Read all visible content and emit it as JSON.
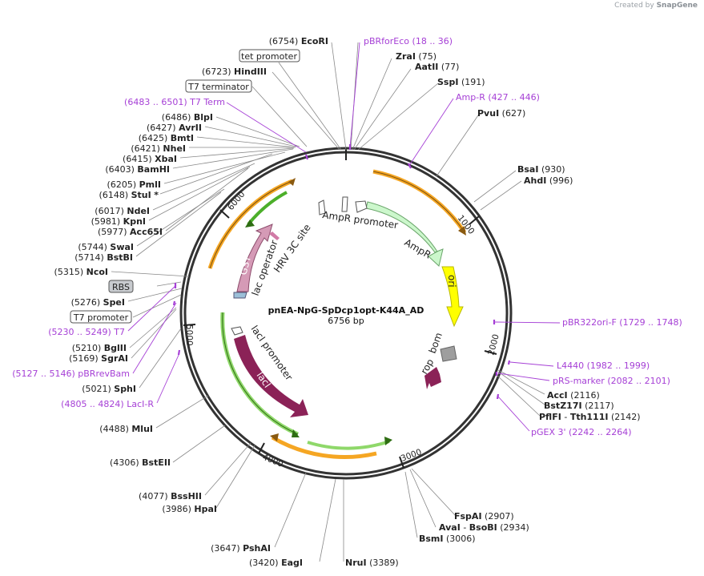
{
  "watermark": {
    "prefix": "Created by",
    "brand": "SnapGene"
  },
  "plasmid": {
    "name": "pnEA-NpG-SpDcp1opt-K44A_AD",
    "length": "6756 bp"
  },
  "ticks": [
    "1000",
    "2000",
    "3000",
    "4000",
    "5000",
    "6000"
  ],
  "features": {
    "ampr_promoter": "AmpR promoter",
    "ampr": "AmpR",
    "ori": "ori",
    "bom": "bom",
    "rop": "rop",
    "laci": "lacI",
    "laci_promoter": "lacI promoter",
    "lac_operator": "lac operator",
    "gst": "GST",
    "hrv": "HRV 3C site"
  },
  "boxes": {
    "tet_promoter": "tet promoter",
    "t7_terminator": "T7 terminator",
    "rbs": "RBS",
    "t7_promoter": "T7 promoter"
  },
  "sites": {
    "ecori": {
      "pos": "(6754)",
      "name": "EcoRI"
    },
    "hindiii": {
      "pos": "(6723)",
      "name": "HindIII"
    },
    "blpi": {
      "pos": "(6486)",
      "name": "BlpI"
    },
    "avrii": {
      "pos": "(6427)",
      "name": "AvrII"
    },
    "bmti": {
      "pos": "(6425)",
      "name": "BmtI"
    },
    "nhei": {
      "pos": "(6421)",
      "name": "NheI"
    },
    "xbai": {
      "pos": "(6415)",
      "name": "XbaI"
    },
    "bamhi": {
      "pos": "(6403)",
      "name": "BamHI"
    },
    "pmli": {
      "pos": "(6205)",
      "name": "PmlI"
    },
    "stui": {
      "pos": "(6148)",
      "name": "StuI",
      "star": "*"
    },
    "ndei": {
      "pos": "(6017)",
      "name": "NdeI"
    },
    "kpni": {
      "pos": "(5981)",
      "name": "KpnI"
    },
    "acc65i": {
      "pos": "(5977)",
      "name": "Acc65I"
    },
    "swai": {
      "pos": "(5744)",
      "name": "SwaI"
    },
    "bstbi": {
      "pos": "(5714)",
      "name": "BstBI"
    },
    "ncoi": {
      "pos": "(5315)",
      "name": "NcoI"
    },
    "spei": {
      "pos": "(5276)",
      "name": "SpeI"
    },
    "bglii": {
      "pos": "(5210)",
      "name": "BglII"
    },
    "sgrai": {
      "pos": "(5169)",
      "name": "SgrAI"
    },
    "sphi": {
      "pos": "(5021)",
      "name": "SphI"
    },
    "mlui": {
      "pos": "(4488)",
      "name": "MluI"
    },
    "bsteii": {
      "pos": "(4306)",
      "name": "BstEII"
    },
    "bsshii": {
      "pos": "(4077)",
      "name": "BssHII"
    },
    "hpai": {
      "pos": "(3986)",
      "name": "HpaI"
    },
    "pshai": {
      "pos": "(3647)",
      "name": "PshAI"
    },
    "eagi": {
      "pos": "(3420)",
      "name": "EagI"
    },
    "nrui": {
      "name": "NruI",
      "pos": "(3389)"
    },
    "zrai": {
      "name": "ZraI",
      "pos": "(75)"
    },
    "aatii": {
      "name": "AatII",
      "pos": "(77)"
    },
    "sspi": {
      "name": "SspI",
      "pos": "(191)"
    },
    "pvui": {
      "name": "PvuI",
      "pos": "(627)"
    },
    "bsai": {
      "name": "BsaI",
      "pos": "(930)"
    },
    "ahdi": {
      "name": "AhdI",
      "pos": "(996)"
    },
    "acci": {
      "name": "AccI",
      "pos": "(2116)"
    },
    "bstz17i": {
      "name": "BstZ17I",
      "pos": "(2117)"
    },
    "pflfi": {
      "name": "PflFI",
      "sep": "-",
      "name2": "Tth111I",
      "pos": "(2142)"
    },
    "fspai": {
      "name": "FspAI",
      "pos": "(2907)"
    },
    "avai": {
      "name": "AvaI",
      "sep": "-",
      "name2": "BsoBI",
      "pos": "(2934)"
    },
    "bsmi": {
      "name": "BsmI",
      "pos": "(3006)"
    }
  },
  "primers": {
    "pbrforeco": {
      "name": "pBRforEco",
      "range": "(18 .. 36)"
    },
    "ampr_p": {
      "name": "Amp-R",
      "range": "(427 .. 446)"
    },
    "t7term": {
      "range": "(6483 .. 6501)",
      "name": "T7 Term"
    },
    "t7": {
      "range": "(5230 .. 5249)",
      "name": "T7"
    },
    "pbrrevbam": {
      "range": "(5127 .. 5146)",
      "name": "pBRrevBam"
    },
    "laci_r": {
      "range": "(4805 .. 4824)",
      "name": "LacI-R"
    },
    "pbr322ori": {
      "name": "pBR322ori-F",
      "range": "(1729 .. 1748)"
    },
    "l4440": {
      "name": "L4440",
      "range": "(1982 .. 1999)"
    },
    "prs": {
      "name": "pRS-marker",
      "range": "(2082 .. 2101)"
    },
    "pgex3": {
      "name": "pGEX 3'",
      "range": "(2242 .. 2264)"
    }
  },
  "colors": {
    "ampr_fill": "#ccf7cc",
    "ori_fill": "#ffff00",
    "laci_fill": "#8b2257",
    "gst_fill": "#d59ab6",
    "primer": "#a640d6",
    "orf_orange": "#f5a623",
    "orf_green": "#3b8a1e"
  }
}
